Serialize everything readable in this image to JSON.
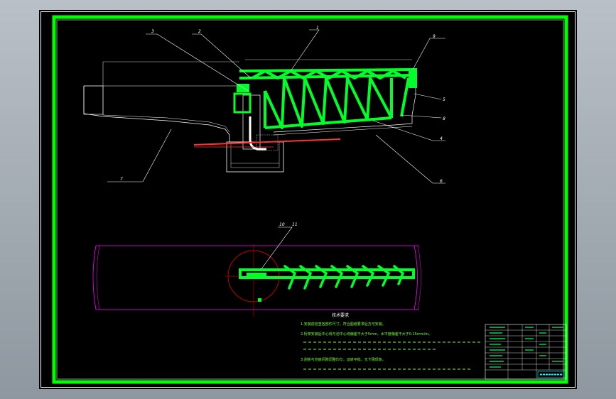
{
  "balloons": {
    "b1": "1",
    "b2": "2",
    "b3": "3",
    "b4": "4",
    "b5": "5",
    "b6": "6",
    "b7": "7",
    "b8": "8",
    "b9": "9",
    "b10": "10",
    "b11": "11"
  },
  "notes": {
    "title": "技术要求",
    "line1": "1.安装前检查各部件尺寸，符合图纸要求后方可安装。",
    "line2": "2.桁架安装后中心线与池中心线偏差不大于5mm，水平度偏差不大于0.15mm/m。",
    "line3": "3.刮板与池底间隙调整均匀，运转平稳，无卡阻现象。"
  },
  "colors": {
    "frame": "#00ff00",
    "truss": "#00ff2a",
    "outline": "#ffffff",
    "pipe": "#ff3333",
    "circle": "#ff0000",
    "tank": "#ff00ff",
    "background": "#000000"
  }
}
